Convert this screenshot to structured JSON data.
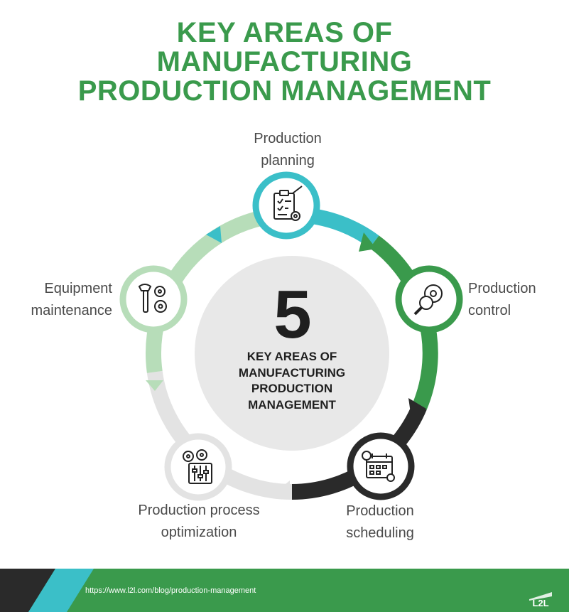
{
  "title": {
    "line1": "KEY AREAS OF",
    "line2": "MANUFACTURING",
    "line3": "PRODUCTION MANAGEMENT"
  },
  "center": {
    "number": "5",
    "line1": "KEY AREAS OF",
    "line2": "MANUFACTURING",
    "line3": "PRODUCTION",
    "line4": "MANAGEMENT"
  },
  "areas": [
    {
      "line1": "Production",
      "line2": "planning",
      "icon": "clipboard-gear-icon",
      "color": "#3bbfc8"
    },
    {
      "line1": "Production",
      "line2": "control",
      "icon": "magnifier-gears-icon",
      "color": "#3a9a4c"
    },
    {
      "line1": "Production",
      "line2": "scheduling",
      "icon": "calendar-gear-icon",
      "color": "#2a2a2a"
    },
    {
      "line1": "Production process",
      "line2": "optimization",
      "icon": "sliders-gears-icon",
      "color": "#e3e3e3"
    },
    {
      "line1": "Equipment",
      "line2": "maintenance",
      "icon": "wrench-gears-icon",
      "color": "#b7ddb9"
    }
  ],
  "footer": {
    "url": "https://www.l2l.com/blog/production-management",
    "logo_text": "L2L"
  },
  "colors": {
    "brand_green": "#3a9a4c",
    "teal": "#3bbfc8",
    "dark": "#2a2a2a",
    "light_gray": "#e3e3e3",
    "light_green": "#b7ddb9"
  }
}
